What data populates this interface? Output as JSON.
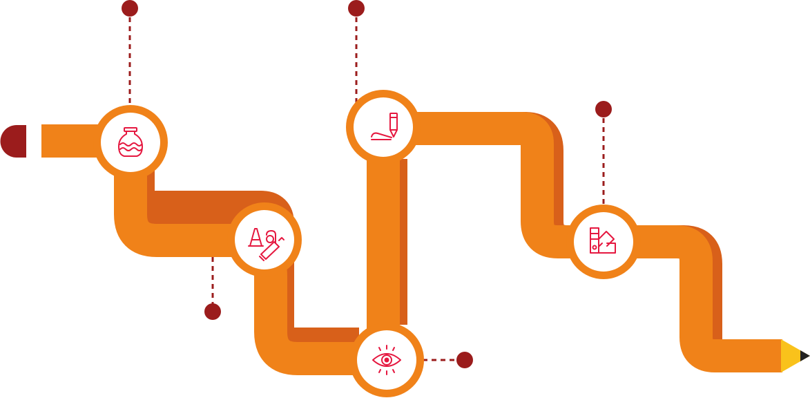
{
  "colors": {
    "background": "#ffffff",
    "road": "#f08219",
    "road_shadow": "#d8601a",
    "node_fill": "#ffffff",
    "icon": "#e5173f",
    "connector": "#9b1c1c",
    "start_cap": "#9b1c1c",
    "pencil_tip": "#f9c21b",
    "pencil_lead": "#222222"
  },
  "nodes": [
    {
      "id": "step-1",
      "icon": "vase-icon",
      "connector": "up"
    },
    {
      "id": "step-2",
      "icon": "typography-pen-icon",
      "connector": "down"
    },
    {
      "id": "step-3",
      "icon": "eye-icon",
      "connector": "right"
    },
    {
      "id": "step-4",
      "icon": "pen-signature-icon",
      "connector": "up"
    },
    {
      "id": "step-5",
      "icon": "color-swatch-icon",
      "connector": "up"
    }
  ]
}
